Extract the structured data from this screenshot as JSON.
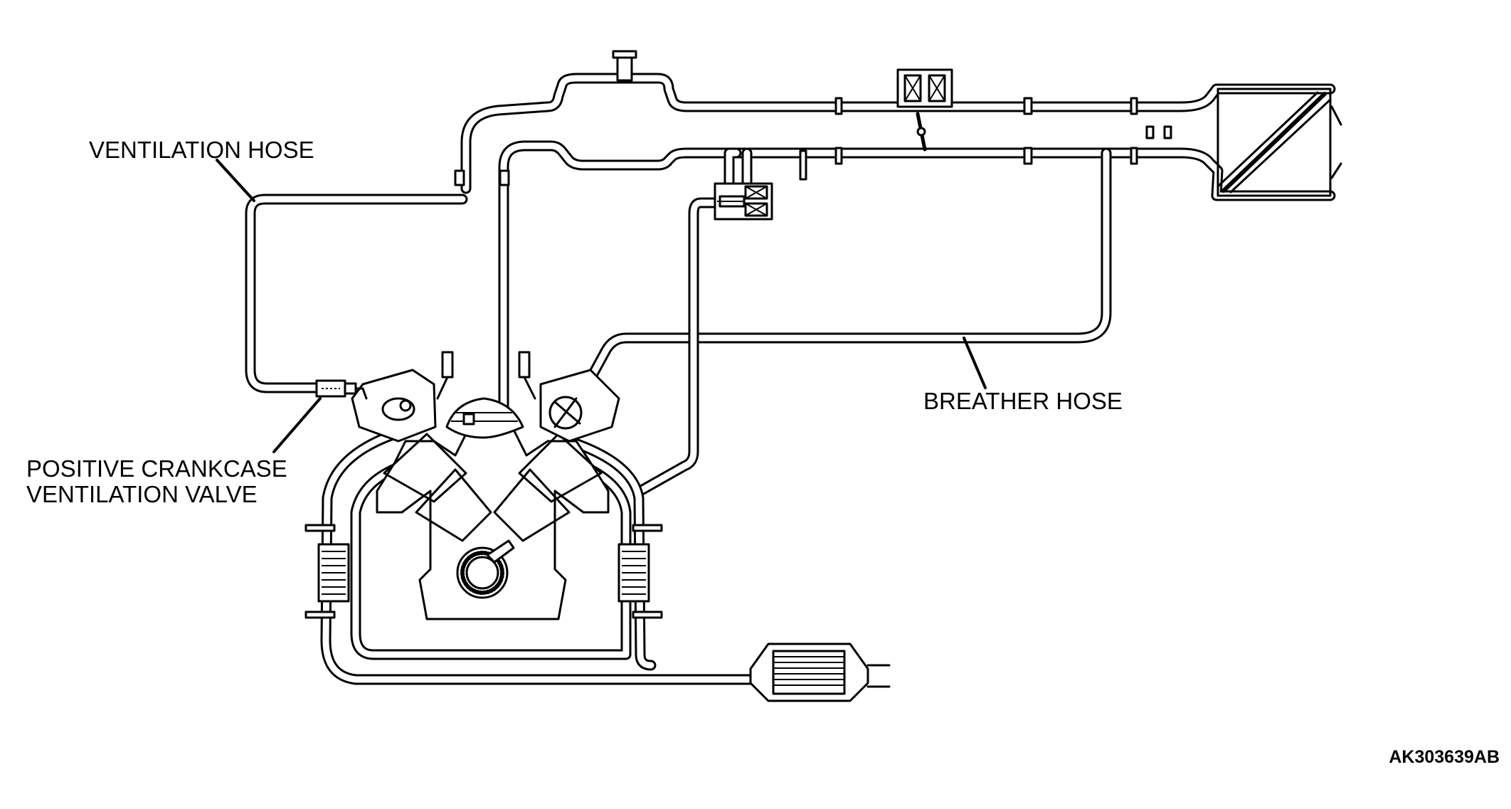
{
  "labels": {
    "ventilation_hose": "VENTILATION HOSE",
    "breather_hose": "BREATHER HOSE",
    "pcv_valve_line1": "POSITIVE CRANKCASE",
    "pcv_valve_line2": "VENTILATION VALVE"
  },
  "figure_code": "AK303639AB"
}
